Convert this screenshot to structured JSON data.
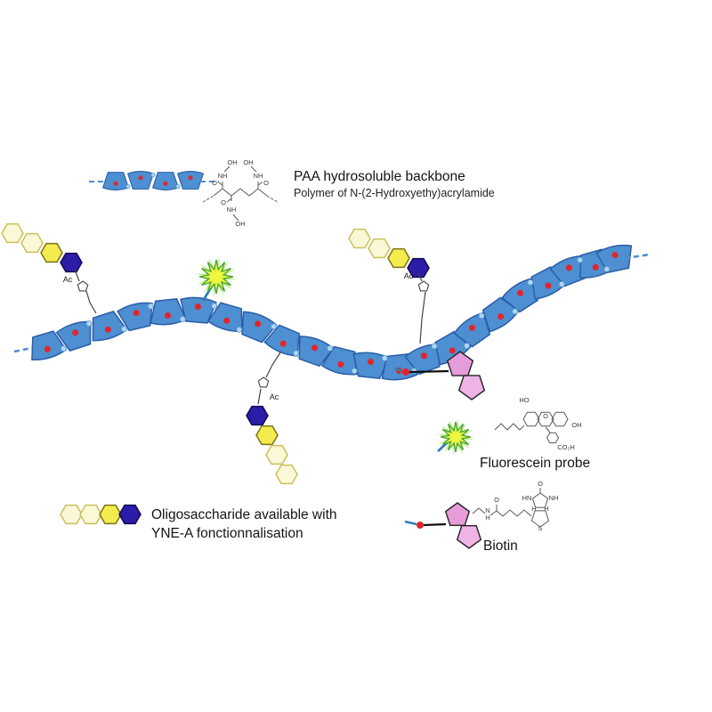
{
  "backbone": {
    "label": "PAA hydrosoluble backbone",
    "sublabel": "Polymer of N-(2-Hydroxyethy)acrylamide",
    "chem": {
      "oh1": "OH",
      "oh2": "OH",
      "oh3": "OH",
      "nh1": "NH",
      "nh2": "NH",
      "nh3": "NH",
      "o1": "O",
      "o2": "O",
      "o3": "O"
    }
  },
  "oligosaccharide": {
    "legend_line1": "Oligosaccharide available with",
    "legend_line2": "YNE-A fonctionnalisation",
    "linker_label": "Ac"
  },
  "fluorescein": {
    "label": "Fluorescein probe",
    "chem": {
      "ho": "HO",
      "o": "O",
      "oh": "OH",
      "co2h": "CO₂H"
    }
  },
  "biotin": {
    "label": "Biotin",
    "chem": {
      "o1": "O",
      "o2": "O",
      "hn": "HN",
      "nh": "NH",
      "h1": "H",
      "h2": "H",
      "h3": "H",
      "n": "N",
      "s": "S"
    }
  },
  "colors": {
    "backbone_fill": "#4D8FD1",
    "backbone_stroke": "#2A5DA8",
    "red_dot": "#E3242B",
    "junction_dot": "#AFD7F2",
    "junction_stroke": "#5B9BD5",
    "pale_hex": "#FBF8D8",
    "pale_hex_stroke": "#CCC05A",
    "yellow_hex": "#F4EB4F",
    "yellow_hex_stroke": "#7A7414",
    "navy_hex": "#2C1DA8",
    "navy_hex_stroke": "#120A52",
    "pink_dark": "#E69CD9",
    "pink_light": "#F0B3E6",
    "pink_stroke": "#222222",
    "star_fill": "#EEF63F",
    "star_stroke": "#49A83B",
    "star_glow": "#A6E04A",
    "connector_blue": "#2E80B8",
    "linker_line": "#444444",
    "black_link": "#111111"
  }
}
